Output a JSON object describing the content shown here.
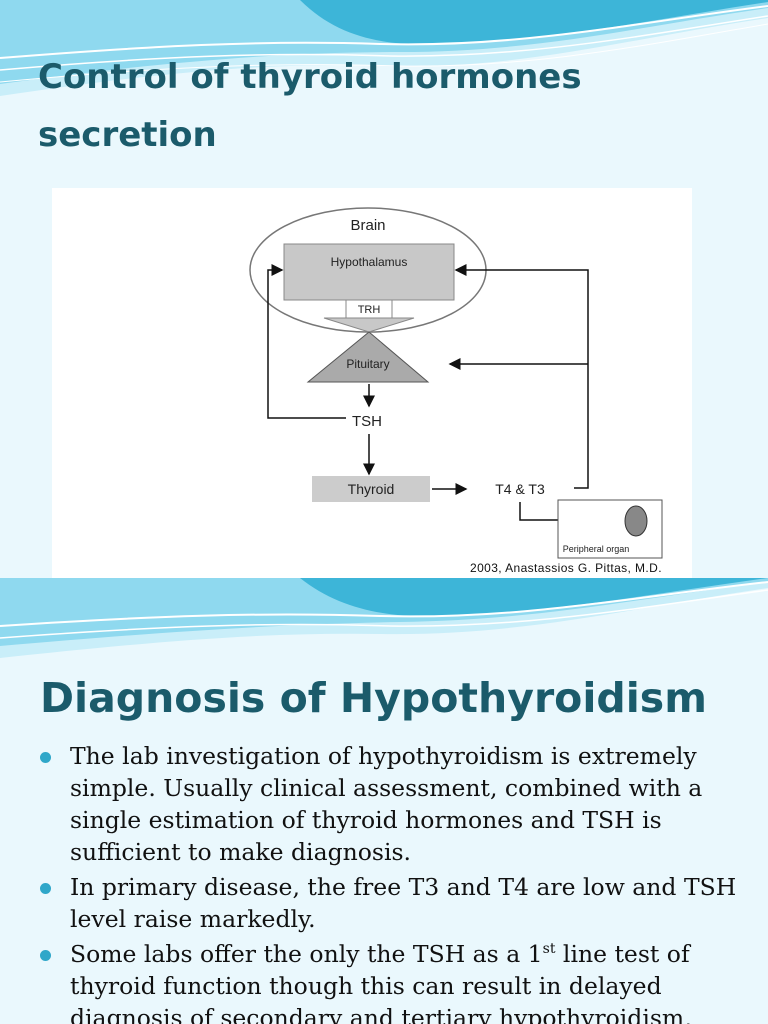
{
  "slide1": {
    "title_line1": "Control of thyroid hormones",
    "title_line2": "secretion",
    "diagram": {
      "brain": "Brain",
      "hypothalamus": "Hypothalamus",
      "trh": "TRH",
      "pituitary": "Pituitary",
      "tsh": "TSH",
      "thyroid": "Thyroid",
      "t4t3": "T4 & T3",
      "peripheral": "Peripheral organ",
      "credit": "2003, Anastassios G. Pittas, M.D."
    }
  },
  "slide2": {
    "title": "Diagnosis of Hypothyroidism",
    "bullet1": "The lab investigation of hypothyroidism is extremely simple. Usually clinical assessment, combined with a single estimation of thyroid hormones and TSH is sufficient to make diagnosis.",
    "bullet2": "In primary disease, the free T3 and T4 are low and TSH level raise markedly.",
    "bullet3_a": "Some labs offer the only the TSH as a 1",
    "bullet3_sup": "st",
    "bullet3_b": " line test of thyroid function though this can result in delayed diagnosis of secondary and tertiary hypothyroidism,"
  },
  "theme": {
    "title_color": "#1b5b6b",
    "bullet_color": "#2fa7c9",
    "wave_color": "#3db5d8"
  }
}
